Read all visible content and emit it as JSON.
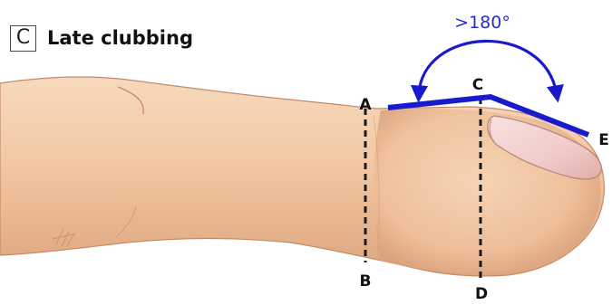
{
  "panel": {
    "letter": "C",
    "title": "Late clubbing"
  },
  "angle_label": ">180°",
  "points": {
    "a": "A",
    "b": "B",
    "c": "C",
    "d": "D",
    "e": "E"
  },
  "colors": {
    "skin": "#f2c9a5",
    "skin_shadow": "#dea680",
    "nail": "#f3d5d2",
    "angle_lines": "#1a1acd",
    "dashed": "#1a1a1a"
  }
}
